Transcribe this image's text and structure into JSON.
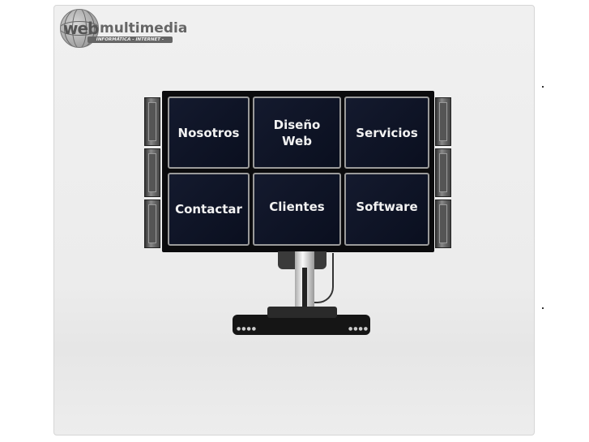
{
  "logo": {
    "word1": "web",
    "word2": "multimedia",
    "tagline": "INFORMÁTICA - INTERNET - FORMACIÓN"
  },
  "menu": [
    {
      "label": "Nosotros"
    },
    {
      "label": "Diseño\nWeb"
    },
    {
      "label": "Servicios"
    },
    {
      "label": "Contactar"
    },
    {
      "label": "Clientes"
    },
    {
      "label": "Software"
    }
  ]
}
